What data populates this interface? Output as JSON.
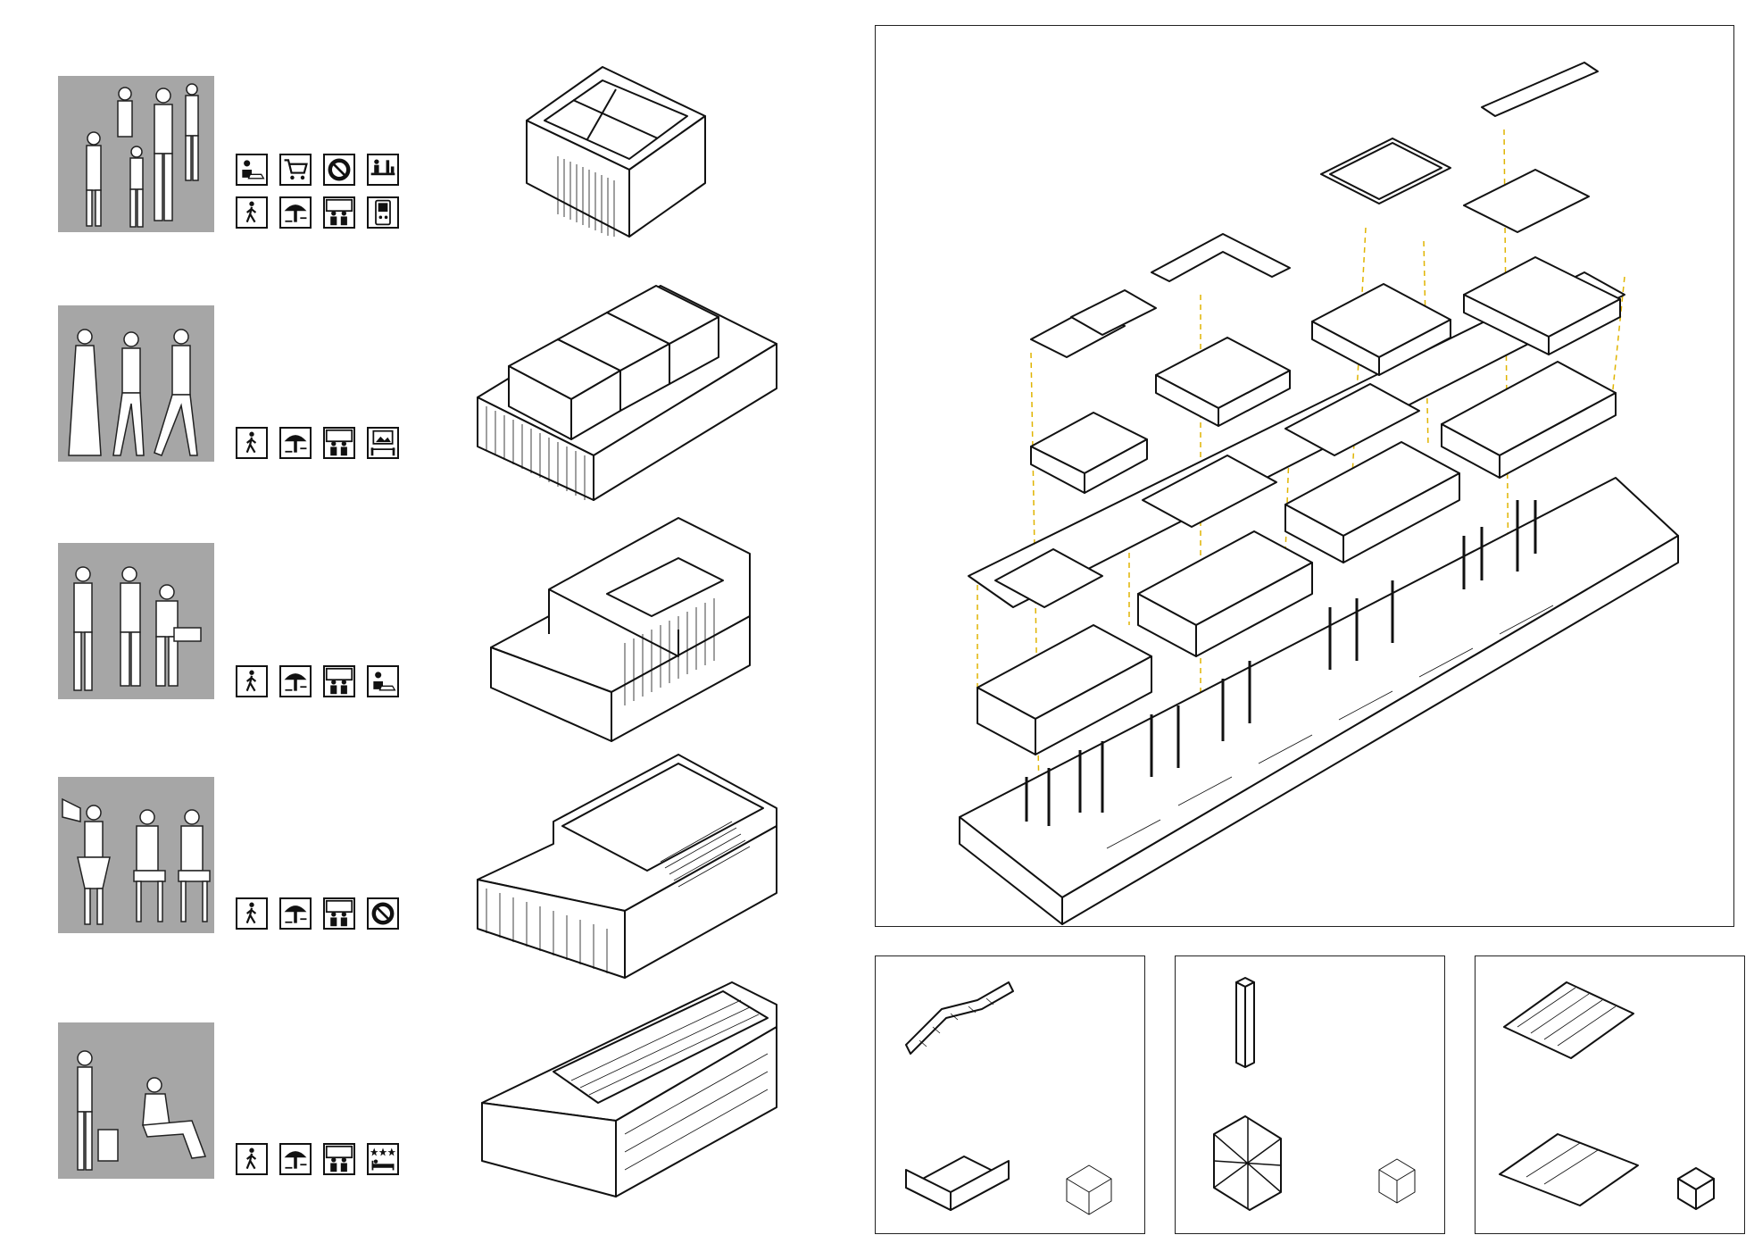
{
  "rows": [
    {
      "name": "row-1",
      "icons": [
        "laptop-user-icon",
        "shopping-cart-icon",
        "no-entry-icon",
        "bar-drinks-icon",
        "pedestrian-icon",
        "tree-bench-icon",
        "family-icon",
        "game-console-icon"
      ]
    },
    {
      "name": "row-2",
      "icons": [
        "pedestrian-icon",
        "tree-bench-icon",
        "family-icon",
        "museum-exhibit-icon"
      ]
    },
    {
      "name": "row-3",
      "icons": [
        "pedestrian-icon",
        "tree-bench-icon",
        "family-icon",
        "laptop-user-icon"
      ]
    },
    {
      "name": "row-4",
      "icons": [
        "pedestrian-icon",
        "tree-bench-icon",
        "family-icon",
        "no-entry-icon"
      ]
    },
    {
      "name": "row-5",
      "icons": [
        "pedestrian-icon",
        "tree-bench-icon",
        "family-icon",
        "hotel-stars-icon"
      ]
    }
  ],
  "colors": {
    "people_background": "#a6a6a6",
    "guide_lines": "#e0b400",
    "line": "#111111"
  }
}
